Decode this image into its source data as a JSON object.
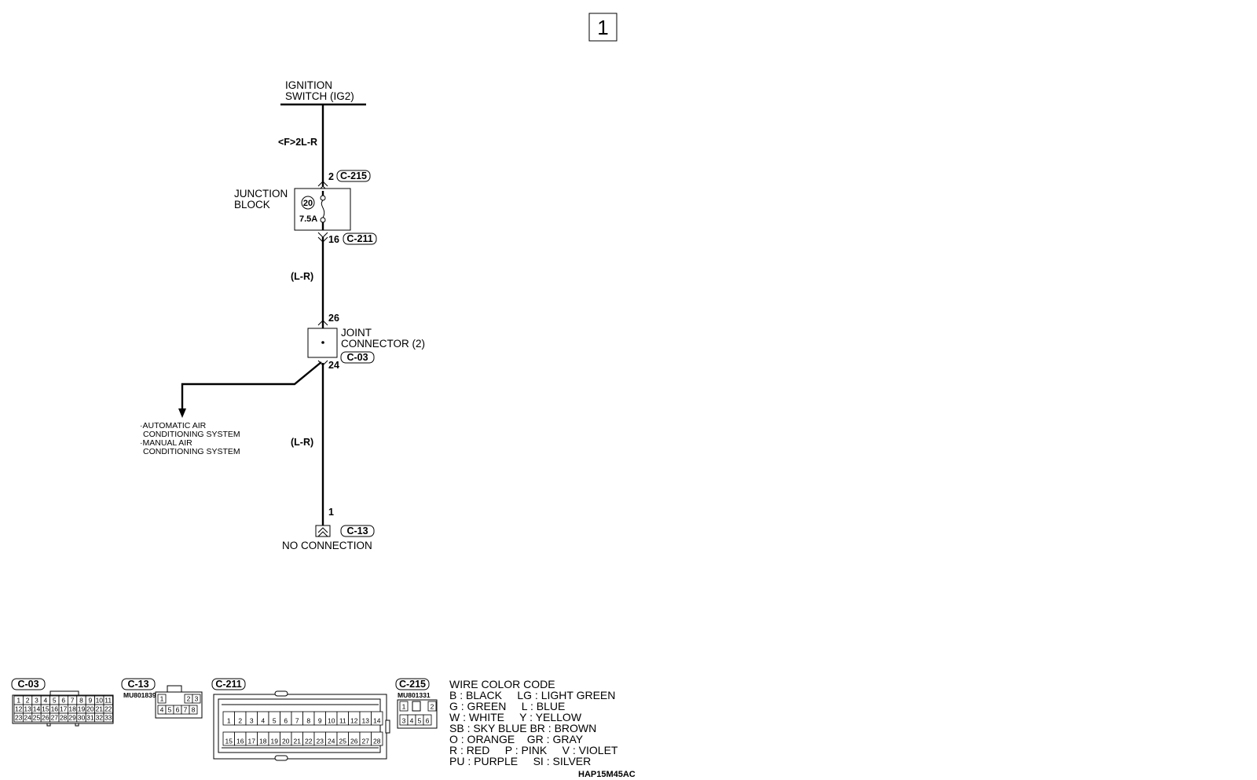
{
  "page_number": "1",
  "ignition": {
    "line1": "IGNITION",
    "line2": "SWITCH (IG2)"
  },
  "wire_top": "<F>2L-R",
  "jb": {
    "line1": "JUNCTION",
    "line2": "BLOCK",
    "fuse_no": "20",
    "fuse_rating": "7.5A",
    "pin_in": "2",
    "conn_in": "C-215",
    "pin_out": "16",
    "conn_out": "C-211"
  },
  "wire_mid": "(L-R)",
  "jc": {
    "line1": "JOINT",
    "line2": "CONNECTOR (2)",
    "conn": "C-03",
    "pin_in": "26",
    "pin_out": "24"
  },
  "branch_targets": [
    "·AUTOMATIC AIR",
    "CONDITIONING SYSTEM",
    "·MANUAL AIR",
    "CONDITIONING SYSTEM"
  ],
  "wire_low": "(L-R)",
  "end": {
    "pin": "1",
    "conn": "C-13",
    "label": "NO CONNECTION"
  },
  "connectors": {
    "c03": {
      "label": "C-03",
      "row1": [
        "1",
        "2",
        "3",
        "4",
        "5",
        "6",
        "7",
        "8",
        "9",
        "10",
        "11"
      ],
      "row2": [
        "12",
        "13",
        "14",
        "15",
        "16",
        "17",
        "18",
        "19",
        "20",
        "21",
        "22"
      ],
      "row3": [
        "23",
        "24",
        "25",
        "26",
        "27",
        "28",
        "29",
        "30",
        "31",
        "32",
        "33"
      ]
    },
    "c13": {
      "label": "C-13",
      "part": "MU801839",
      "row1": [
        "1",
        "2",
        "3"
      ],
      "row2": [
        "4",
        "5",
        "6",
        "7",
        "8"
      ]
    },
    "c211": {
      "label": "C-211",
      "row1": [
        "1",
        "2",
        "3",
        "4",
        "5",
        "6",
        "7",
        "8",
        "9",
        "10",
        "11",
        "12",
        "13",
        "14"
      ],
      "row2": [
        "15",
        "16",
        "17",
        "18",
        "19",
        "20",
        "21",
        "22",
        "23",
        "24",
        "25",
        "26",
        "27",
        "28"
      ]
    },
    "c215": {
      "label": "C-215",
      "part": "MU801331",
      "row1": [
        "1",
        "2"
      ],
      "row2": [
        "3",
        "4",
        "5",
        "6"
      ]
    }
  },
  "wire_color_code": {
    "title": "WIRE COLOR CODE",
    "lines": [
      "B : BLACK     LG : LIGHT GREEN",
      "G : GREEN     L : BLUE",
      "W : WHITE     Y : YELLOW",
      "SB : SKY BLUE BR : BROWN",
      "O : ORANGE    GR : GRAY",
      "R : RED     P : PINK     V : VIOLET",
      "PU : PURPLE     SI : SILVER"
    ]
  },
  "figure_code": "HAP15M45AC"
}
